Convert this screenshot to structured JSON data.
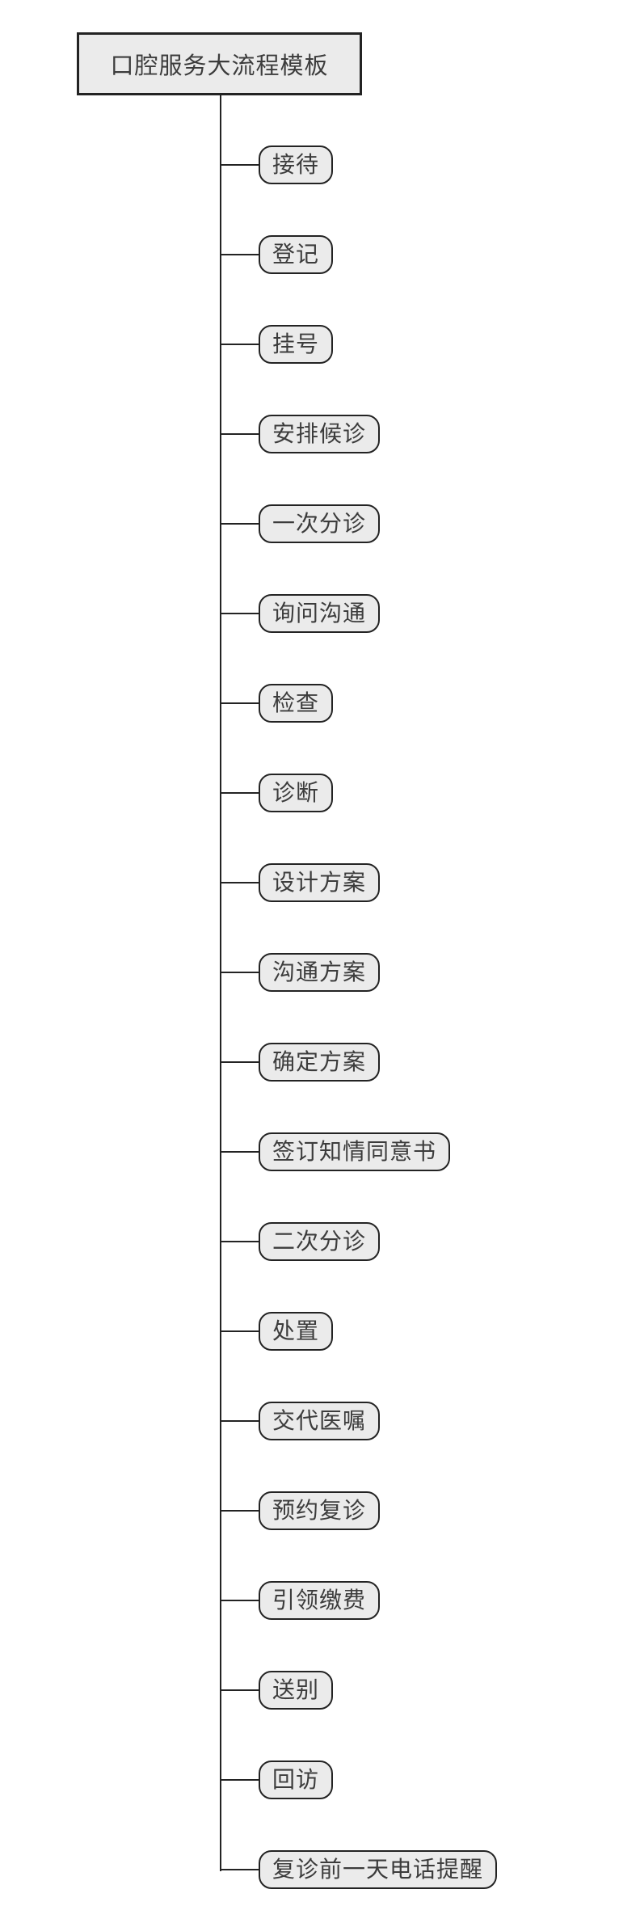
{
  "diagram": {
    "type": "mindmap-flow",
    "root_label": "口腔服务大流程模板",
    "nodes": [
      "接待",
      "登记",
      "挂号",
      "安排候诊",
      "一次分诊",
      "询问沟通",
      "检查",
      "诊断",
      "设计方案",
      "沟通方案",
      "确定方案",
      "签订知情同意书",
      "二次分诊",
      "处置",
      "交代医嘱",
      "预约复诊",
      "引领缴费",
      "送别",
      "回访",
      "复诊前一天电话提醒"
    ],
    "colors": {
      "background": "#ffffff",
      "node_fill": "#ebebeb",
      "node_border": "#232323",
      "line": "#232323",
      "text": "#3c3c3c"
    }
  }
}
